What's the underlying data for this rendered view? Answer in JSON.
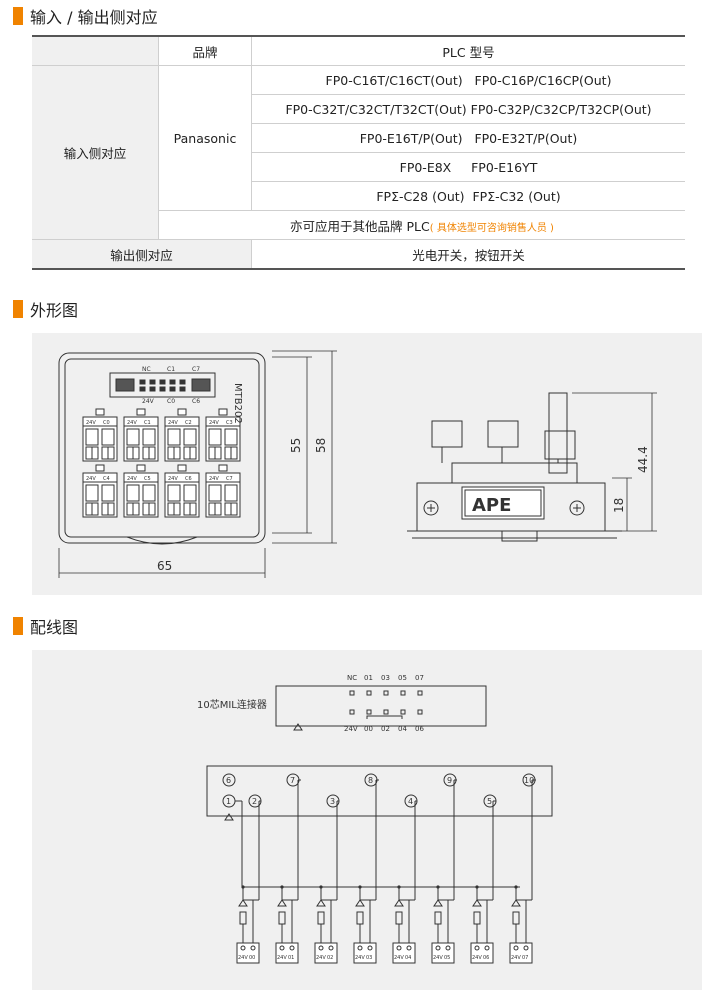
{
  "sections": {
    "io": "输入 / 输出侧对应",
    "outline": "外形图",
    "wiring": "配线图"
  },
  "table": {
    "header_brand": "品牌",
    "header_model": "PLC 型号",
    "input_side": "输入侧对应",
    "brand": "Panasonic",
    "models": [
      "FP0-C16T/C16CT(Out)   FP0-C16P/C16CP(Out)",
      "FP0-C32T/C32CT/T32CT(Out) FP0-C32P/C32CP/T32CP(Out)",
      "FP0-E16T/P(Out)   FP0-E32T/P(Out)",
      "FP0-E8X     FP0-E16YT",
      "FPΣ-C28 (Out)  FPΣ-C32 (Out)"
    ],
    "other_brand": "亦可应用于其他品牌 PLC",
    "other_brand_note": "( 具体选型可咨询销售人员 )",
    "output_side": "输出侧对应",
    "output_value": "光电开关，按钮开关"
  },
  "outline": {
    "model_label": "MTB202",
    "dim_width": "65",
    "dim_h1": "55",
    "dim_h2": "58",
    "dim_side_total": "44.4",
    "dim_side_base": "18",
    "brand_label": "APE",
    "terminal_labels": [
      "24V",
      "C0",
      "24V",
      "C1",
      "24V",
      "C2",
      "24V",
      "C3",
      "24V",
      "C4",
      "24V",
      "C5",
      "24V",
      "C6",
      "24V",
      "C7"
    ],
    "connector_top": [
      "NC",
      "C1",
      "C7"
    ],
    "connector_bottom": [
      "24V",
      "C0",
      "C6"
    ]
  },
  "wiring": {
    "connector_name": "10芯MIL连接器",
    "pins_top": [
      "NC",
      "01",
      "03",
      "05",
      "07"
    ],
    "pins_bottom": [
      "24V",
      "00",
      "02",
      "04",
      "06"
    ],
    "circle_top": [
      "6",
      "7",
      "8",
      "9",
      "10"
    ],
    "circle_bottom": [
      "1",
      "2",
      "3",
      "4",
      "5"
    ],
    "terminals": [
      [
        "24V",
        "00"
      ],
      [
        "24V",
        "01"
      ],
      [
        "24V",
        "02"
      ],
      [
        "24V",
        "03"
      ],
      [
        "24V",
        "04"
      ],
      [
        "24V",
        "05"
      ],
      [
        "24V",
        "06"
      ],
      [
        "24V",
        "07"
      ]
    ]
  }
}
